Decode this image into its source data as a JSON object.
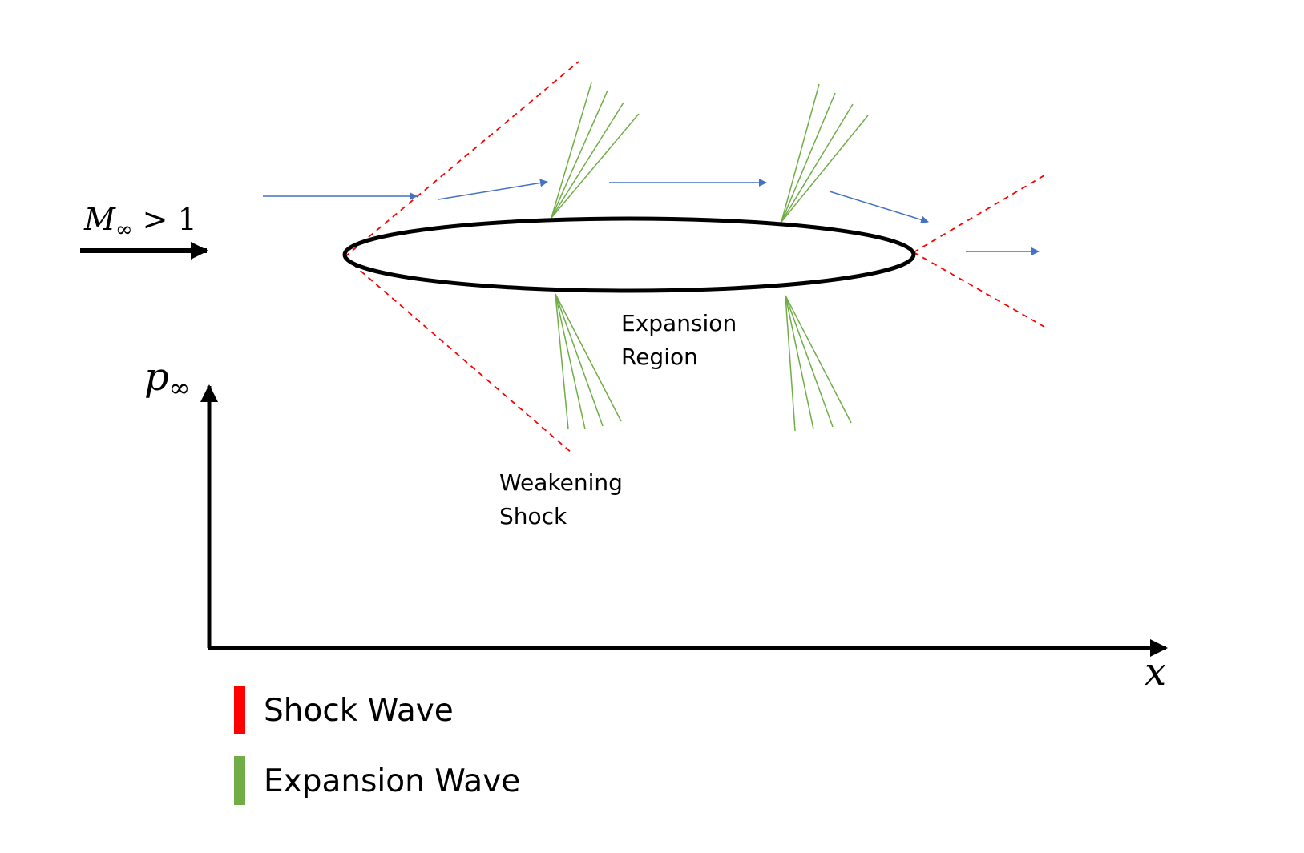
{
  "colors": {
    "shock": "#ff0000",
    "expansion": "#70ad47",
    "flow_arrow": "#4472c4",
    "ink": "#000000"
  },
  "freestream": {
    "symbol": "M",
    "subscript": "∞",
    "relation": " > 1"
  },
  "y_axis": {
    "symbol": "p",
    "subscript": "∞"
  },
  "x_axis": {
    "label": "x"
  },
  "labels": {
    "expansion_region_line1": "Expansion",
    "expansion_region_line2": "Region",
    "weakening_shock_line1": "Weakening",
    "weakening_shock_line2": "Shock"
  },
  "legend": [
    {
      "label": "Shock Wave",
      "color": "#ff0000"
    },
    {
      "label": "Expansion Wave",
      "color": "#70ad47"
    }
  ]
}
